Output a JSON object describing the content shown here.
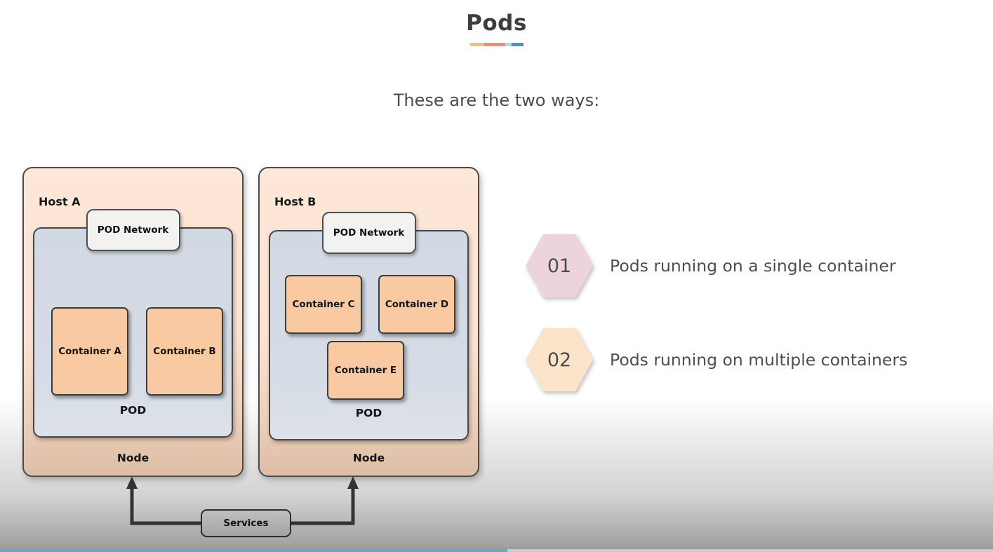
{
  "page": {
    "title": "Pods",
    "subtitle": "These are the two ways:"
  },
  "underline": {
    "colors": [
      "#f6c174",
      "#ef8e72",
      "#aad8ea",
      "#4b93c5"
    ]
  },
  "diagram": {
    "hosts": [
      {
        "label": "Host A",
        "pod_network_label": "POD Network",
        "pod_label": "POD",
        "node_label": "Node",
        "containers": [
          "Container A",
          "Container B"
        ]
      },
      {
        "label": "Host B",
        "pod_network_label": "POD Network",
        "pod_label": "POD",
        "node_label": "Node",
        "containers": [
          "Container C",
          "Container D",
          "Container E"
        ]
      }
    ],
    "services_label": "Services",
    "arrow_color": "#333333"
  },
  "ways": [
    {
      "number": "01",
      "text": "Pods running on a single container",
      "color": "#ecd3dd"
    },
    {
      "number": "02",
      "text": "Pods running on multiple containers",
      "color": "#fce4cb"
    }
  ],
  "video_progress": {
    "played_percent": 51,
    "played_color": "#64a9d2",
    "track_color": "#cbcbcb"
  }
}
